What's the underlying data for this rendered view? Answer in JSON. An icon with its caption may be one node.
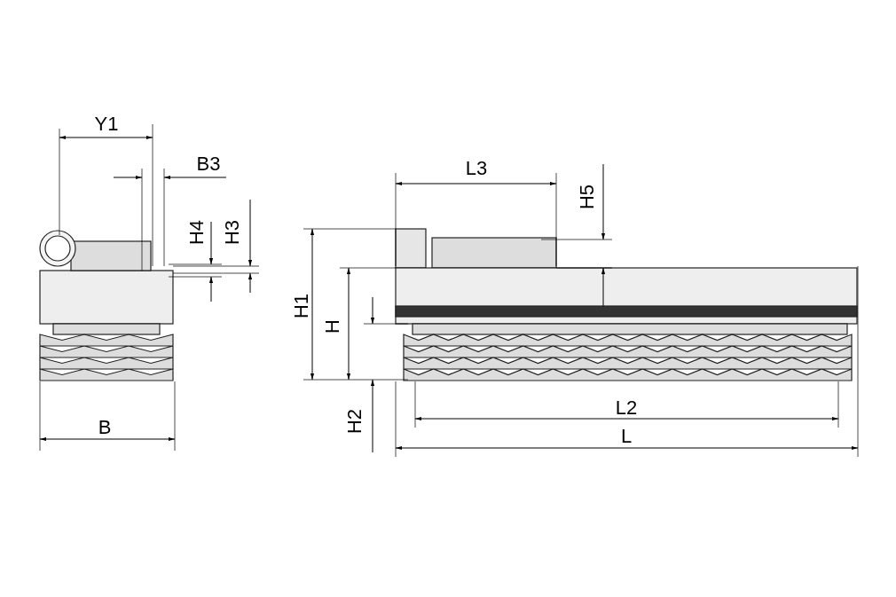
{
  "diagram": {
    "labels": [
      "Y1",
      "B3",
      "H4",
      "H3",
      "B",
      "L3",
      "H5",
      "H1",
      "H",
      "H2",
      "L2",
      "L"
    ]
  }
}
